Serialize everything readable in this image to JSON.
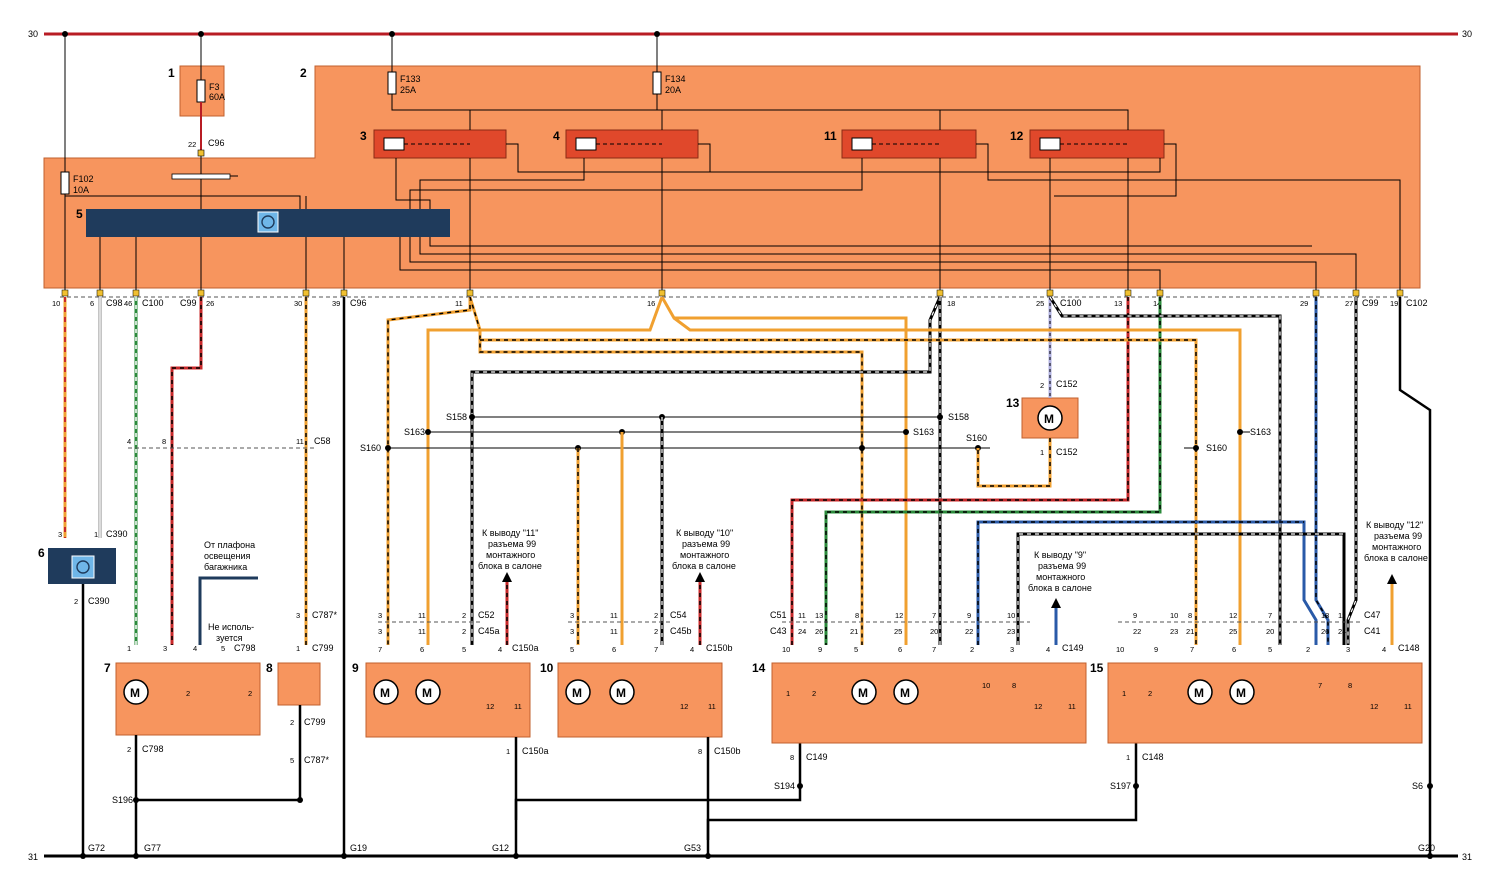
{
  "rails": {
    "top_left": "30",
    "top_right": "30",
    "bottom_left": "31",
    "bottom_right": "31"
  },
  "colors": {
    "rail": "#b81c24",
    "module": "#f7955e",
    "relay": "#e0482b",
    "ecu": "#1f3b5c",
    "orange": "#f0a030",
    "red": "#c8282a",
    "green": "#2a8a3a",
    "blue": "#2a5aa8"
  },
  "components": {
    "c1": "1",
    "c2": "2",
    "c3": "3",
    "c4": "4",
    "c5": "5",
    "c6": "6",
    "c7": "7",
    "c8": "8",
    "c9": "9",
    "c10": "10",
    "c11": "11",
    "c12": "12",
    "c13": "13",
    "c14": "14",
    "c15": "15"
  },
  "fuses": {
    "f3_name": "F3",
    "f3_rating": "60A",
    "f133_name": "F133",
    "f133_rating": "25A",
    "f134_name": "F134",
    "f134_rating": "20A",
    "f102_name": "F102",
    "f102_rating": "10A"
  },
  "connectors": {
    "c96_top": "C96",
    "c98": "C98",
    "c100": "C100",
    "c99": "C99",
    "c96": "C96",
    "c100b": "C100",
    "c99b": "C99",
    "c102": "C102",
    "c58": "C58",
    "c390a": "C390",
    "c390b": "C390",
    "c798a": "C798",
    "c798b": "C798",
    "c787a": "C787*",
    "c799a": "C799",
    "c799b": "C799",
    "c787b": "C787*",
    "c52": "C52",
    "c45a": "C45a",
    "c150a_top": "C150a",
    "c150a_bot": "C150a",
    "c54": "C54",
    "c45b": "C45b",
    "c150b_top": "C150b",
    "c150b_bot": "C150b",
    "c51": "C51",
    "c43": "C43",
    "c149_top": "C149",
    "c149_bot": "C149",
    "c47": "C47",
    "c41": "C41",
    "c148_top": "C148",
    "c148_bot": "C148",
    "c152a": "C152",
    "c152b": "C152"
  },
  "splices": {
    "s158a": "S158",
    "s158b": "S158",
    "s163a": "S163",
    "s163b": "S163",
    "s163c": "S163",
    "s160a": "S160",
    "s160b": "S160",
    "s160c": "S160",
    "s196": "S196",
    "s194": "S194",
    "s197": "S197",
    "s6": "S6"
  },
  "grounds": {
    "g72": "G72",
    "g77": "G77",
    "g19": "G19",
    "g12": "G12",
    "g53": "G53",
    "g20": "G20"
  },
  "notes": {
    "light1": "От плафона",
    "light2": "освещения",
    "light3": "багажника",
    "unused1": "Не исполь-",
    "unused2": "зуется",
    "n11_1": "К выводу \"11\"",
    "n11_2": "разъема 99",
    "n11_3": "монтажного",
    "n11_4": "блока в салоне",
    "n10_1": "К выводу \"10\"",
    "n10_2": "разъема 99",
    "n10_3": "монтажного",
    "n10_4": "блока в салоне",
    "n9_1": "К выводу \"9\"",
    "n9_2": "разъема 99",
    "n9_3": "монтажного",
    "n9_4": "блока в салоне",
    "n12_1": "К выводу \"12\"",
    "n12_2": "разъема 99",
    "n12_3": "монтажного",
    "n12_4": "блока в салоне"
  },
  "motor_symbol": "M",
  "pins": {
    "p10": "10",
    "p6": "6",
    "p46": "46",
    "p26": "26",
    "p30": "30",
    "p39": "39",
    "p22": "22",
    "p11": "11",
    "p16": "16",
    "p18": "18",
    "p25": "25",
    "p13": "13",
    "p14": "14",
    "p29": "29",
    "p27": "27",
    "p19": "19",
    "p3": "3",
    "p1": "1",
    "p2": "2",
    "p4": "4",
    "p8": "8",
    "p5": "5",
    "p7": "7",
    "p12": "12",
    "p9": "9",
    "p20": "20",
    "p21": "21",
    "p23": "23",
    "p24": "24"
  }
}
